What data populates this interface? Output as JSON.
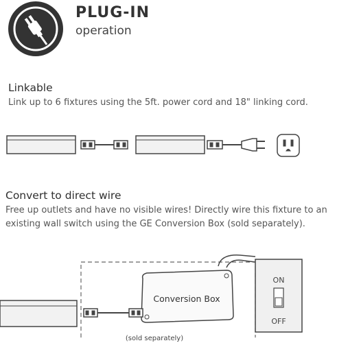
{
  "header": {
    "title": "PLUG-IN",
    "subtitle": "operation",
    "icon": "plug-icon"
  },
  "linkable": {
    "heading": "Linkable",
    "description": "Link up to 6 fixtures using the 5ft. power cord and 18\" linking cord."
  },
  "direct_wire": {
    "heading": "Convert to direct wire",
    "description_line1": "Free up outlets and have no visible wires! Directly wire this fixture to an",
    "description_line2": "existing wall switch using the GE Conversion Box (sold separately)."
  },
  "diagram": {
    "conversion_box_label": "Conversion Box",
    "switch_on": "ON",
    "switch_off": "OFF",
    "sold_separately": "(sold separately)"
  },
  "colors": {
    "dark": "#333333",
    "line": "#444444",
    "light_fill": "#f2f2f2"
  }
}
